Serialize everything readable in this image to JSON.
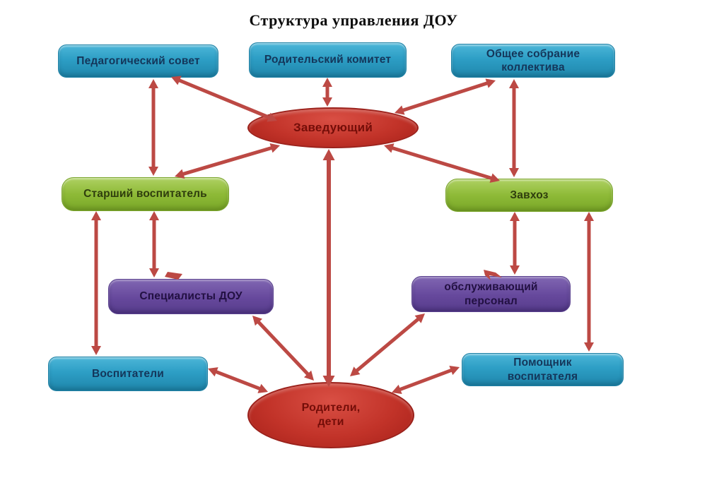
{
  "title": "Структура управления ДОУ",
  "colors": {
    "arrow": "#bc4944",
    "blue_box": "#2d9ec5",
    "green_box": "#8eba37",
    "purple_box": "#66489c",
    "red_ellipse": "#c23329"
  },
  "diagram": {
    "nodes": [
      {
        "id": "pedsovet",
        "label": "Педагогический совет",
        "kind": "blue"
      },
      {
        "id": "rodkomitet",
        "label": "Родительский комитет",
        "kind": "blue"
      },
      {
        "id": "sobranie",
        "label": "Общее собрание\nколлектива",
        "kind": "blue"
      },
      {
        "id": "zaveduyushchiy",
        "label": "Заведующий",
        "kind": "ellipse"
      },
      {
        "id": "starshiy",
        "label": "Старший воспитатель",
        "kind": "green"
      },
      {
        "id": "zavkhoz",
        "label": "Завхоз",
        "kind": "green"
      },
      {
        "id": "specialisty",
        "label": "Специалисты ДОУ",
        "kind": "purple"
      },
      {
        "id": "obsluzhivayushchiy",
        "label": "обслуживающий\nперсонал",
        "kind": "purple"
      },
      {
        "id": "vospitateli",
        "label": "Воспитатели",
        "kind": "blue"
      },
      {
        "id": "pomoshchnik",
        "label": "Помощник\nвоспитателя",
        "kind": "blue"
      },
      {
        "id": "roditeli",
        "label": "Родители,\nдети",
        "kind": "ellipse"
      }
    ],
    "edges": [
      {
        "from": "pedsovet",
        "to": "starshiy"
      },
      {
        "from": "pedsovet",
        "to": "zaveduyushchiy"
      },
      {
        "from": "rodkomitet",
        "to": "zaveduyushchiy"
      },
      {
        "from": "zaveduyushchiy",
        "to": "sobranie"
      },
      {
        "from": "sobranie",
        "to": "zavkhoz"
      },
      {
        "from": "starshiy",
        "to": "zaveduyushchiy"
      },
      {
        "from": "zaveduyushchiy",
        "to": "zavkhoz"
      },
      {
        "from": "zaveduyushchiy",
        "to": "roditeli"
      },
      {
        "from": "starshiy",
        "to": "vospitateli"
      },
      {
        "from": "starshiy",
        "to": "specialisty"
      },
      {
        "from": "zavkhoz",
        "to": "obsluzhivayushchiy"
      },
      {
        "from": "zavkhoz",
        "to": "pomoshchnik"
      },
      {
        "from": "vospitateli",
        "to": "roditeli"
      },
      {
        "from": "roditeli",
        "to": "pomoshchnik"
      },
      {
        "from": "specialisty",
        "to": "roditeli"
      },
      {
        "from": "obsluzhivayushchiy",
        "to": "roditeli"
      }
    ]
  }
}
